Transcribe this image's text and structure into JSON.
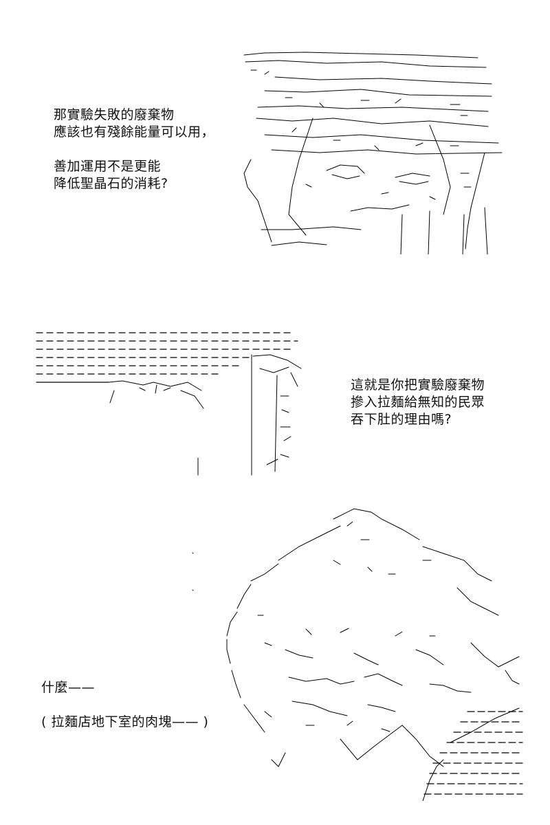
{
  "panels": [
    {
      "id": "panel-1",
      "dialog": [
        "那實驗失敗的廢棄物",
        "應該也有殘餘能量可以用，",
        "",
        "善加運用不是更能",
        "降低聖晶石的消耗?"
      ]
    },
    {
      "id": "panel-2",
      "dialog": [
        "這就是你把實驗廢棄物",
        "摻入拉麵給無知的民眾",
        "吞下肚的理由嗎?"
      ]
    },
    {
      "id": "panel-3",
      "dialog": [
        "什麼——",
        "",
        "( 拉麵店地下室的肉塊—— )"
      ]
    }
  ],
  "colors": {
    "ink": "#000000",
    "background": "#ffffff"
  }
}
